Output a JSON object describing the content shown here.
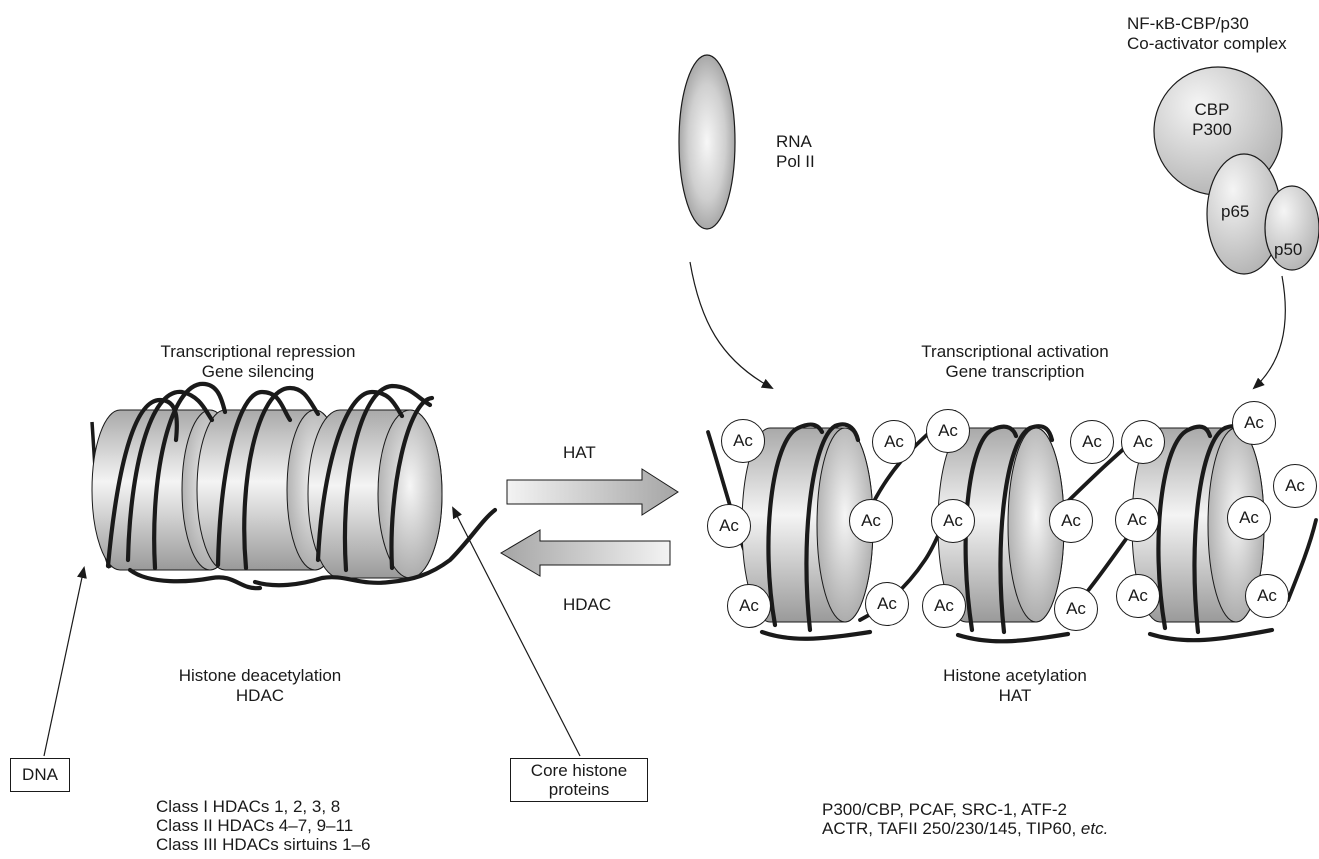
{
  "repression": {
    "title1": "Transcriptional repression",
    "title2": "Gene silencing",
    "caption1": "Histone deacetylation",
    "caption2": "HDAC",
    "dna_label": "DNA",
    "core_label1": "Core histone",
    "core_label2": "proteins",
    "classes": [
      "Class I HDACs 1, 2, 3, 8",
      "Class II HDACs 4–7, 9–11",
      "Class III HDACs sirtuins 1–6"
    ]
  },
  "arrows": {
    "forward": "HAT",
    "reverse": "HDAC"
  },
  "activation": {
    "title1": "Transcriptional activation",
    "title2": "Gene transcription",
    "caption1": "Histone acetylation",
    "caption2": "HAT",
    "hats_line1": "P300/CBP, PCAF, SRC-1, ATF-2",
    "hats_line2_prefix": "ACTR, TAFII 250/230/145, TIP60, ",
    "hats_line2_etc": "etc.",
    "acetyl_mark": "Ac"
  },
  "rna_pol": {
    "line1": "RNA",
    "line2": "Pol II"
  },
  "complex": {
    "title1": "NF-κB-CBP/p30",
    "title2": "Co-activator complex",
    "cbp_line1": "CBP",
    "cbp_line2": "P300",
    "p65": "p65",
    "p50": "p50"
  },
  "colors": {
    "ink": "#1a1a1a",
    "shade": "#b8b8b8",
    "highlight": "#f4f4f4"
  }
}
